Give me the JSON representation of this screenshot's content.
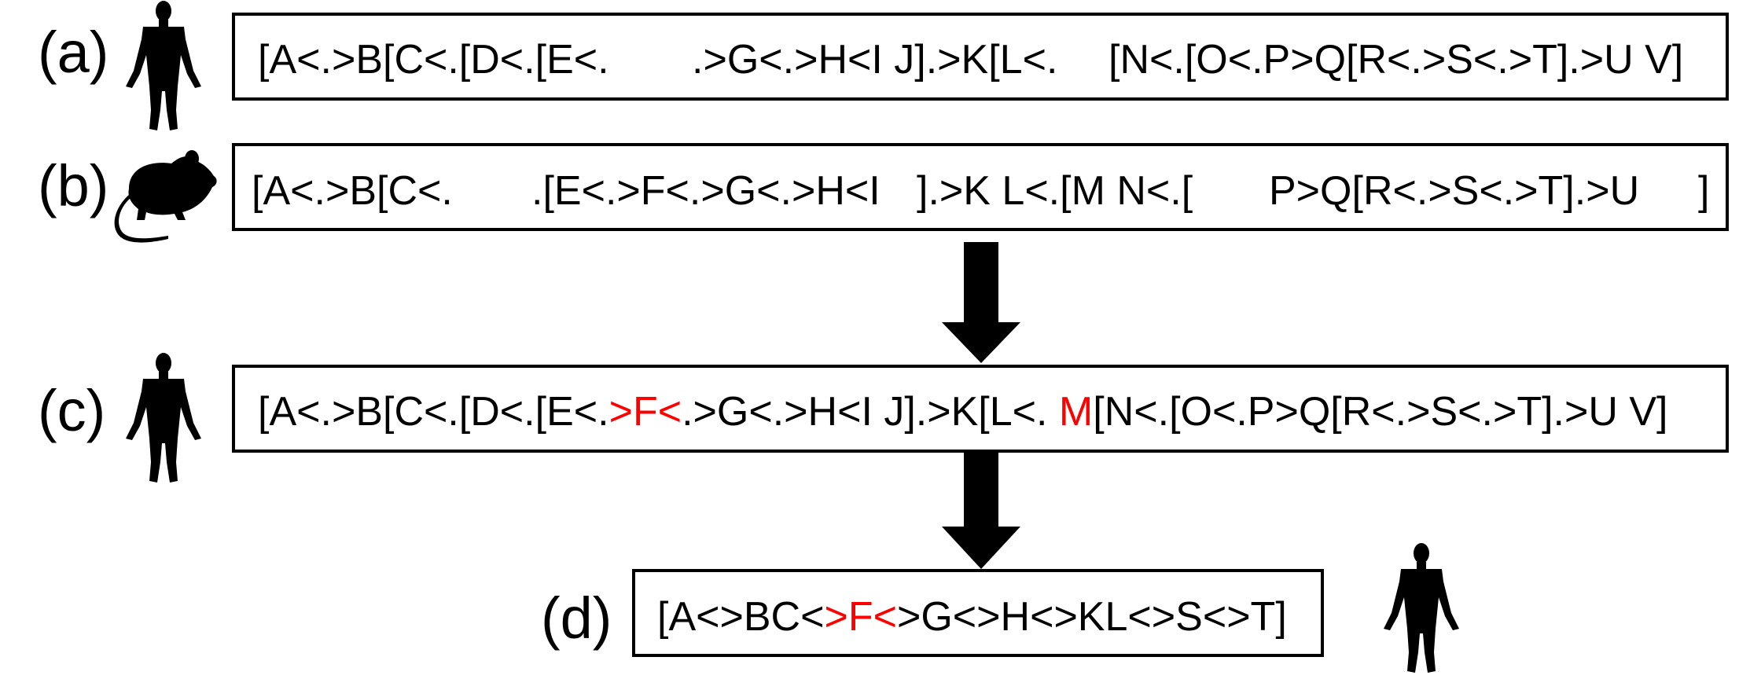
{
  "colors": {
    "text": "#000000",
    "highlight": "#ff0000",
    "box_border": "#000000",
    "arrow": "#000000"
  },
  "rows": [
    {
      "id": "a",
      "label": "(a)",
      "icon": "human-silhouette-icon",
      "segments": [
        {
          "text": "[A<.>B[C<.[D<.[E<.",
          "highlight": false
        },
        {
          "text": ".>G<.>H<I J].>K[L<.",
          "highlight": false
        },
        {
          "text": "[N<.[O<.P>Q[R<.>S<.>T].>U V]",
          "highlight": false
        }
      ]
    },
    {
      "id": "b",
      "label": "(b)",
      "icon": "rat-silhouette-icon",
      "segments": [
        {
          "text": "[A<.>B[C<.",
          "highlight": false
        },
        {
          "text": ".[E<.>F<.>G<.>H<I",
          "highlight": false
        },
        {
          "text": "].>K L<.[M N<.[",
          "highlight": false
        },
        {
          "text": "P>Q[R<.>S<.>T].>U",
          "highlight": false
        },
        {
          "text": "]",
          "highlight": false
        }
      ]
    },
    {
      "id": "c",
      "label": "(c)",
      "icon": "human-silhouette-icon",
      "segments": [
        {
          "text": "[A<.>B[C<.[D<.[E<.",
          "highlight": false
        },
        {
          "text": ">F<",
          "highlight": true
        },
        {
          "text": ".>G<.>H<I J].>K[L<. ",
          "highlight": false
        },
        {
          "text": "M",
          "highlight": true
        },
        {
          "text": "[N<.[O<.P>Q[R<.>S<.>T].>U V]",
          "highlight": false
        }
      ]
    },
    {
      "id": "d",
      "label": "(d)",
      "icon": "human-silhouette-icon",
      "segments": [
        {
          "text": "[A<>BC<",
          "highlight": false
        },
        {
          "text": ">F<",
          "highlight": true
        },
        {
          "text": ">G<>H<>KL<>S<>T]",
          "highlight": false
        }
      ]
    }
  ],
  "arrows": [
    {
      "name": "arrow-b-to-c-icon",
      "from": "b",
      "to": "c"
    },
    {
      "name": "arrow-c-to-d-icon",
      "from": "c",
      "to": "d"
    }
  ]
}
